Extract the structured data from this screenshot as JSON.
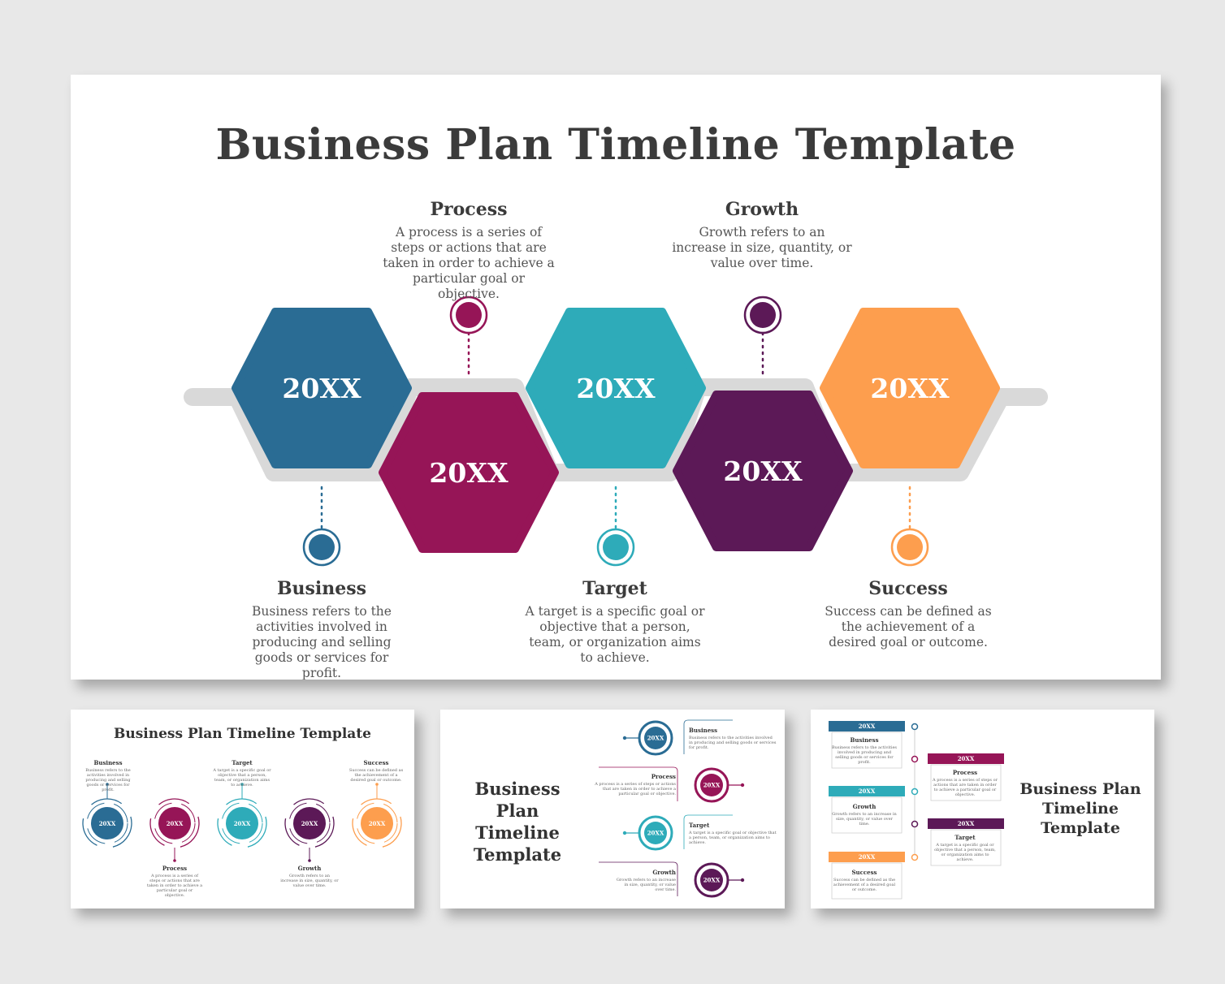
{
  "main": {
    "title": "Business Plan Timeline Template",
    "hexagons": [
      {
        "year": "20XX",
        "color": "#2a6c94"
      },
      {
        "year": "20XX",
        "color": "#961557"
      },
      {
        "year": "20XX",
        "color": "#2eabb9"
      },
      {
        "year": "20XX",
        "color": "#5c1957"
      },
      {
        "year": "20XX",
        "color": "#fd9e4e"
      }
    ],
    "labels": [
      {
        "head": "Business",
        "desc": "Business refers to the activities involved in producing and selling goods or services for profit."
      },
      {
        "head": "Process",
        "desc": "A process is a series of steps or actions that are taken in order to achieve a particular goal or objective."
      },
      {
        "head": "Target",
        "desc": "A target is a specific goal or objective that a person, team, or organization aims to achieve."
      },
      {
        "head": "Growth",
        "desc": "Growth refers to an increase in size, quantity, or value over time."
      },
      {
        "head": "Success",
        "desc": "Success can be defined as the achievement of a desired goal or outcome."
      }
    ]
  },
  "thumb1": {
    "title": "Business Plan Timeline Template",
    "year": "20XX",
    "labels": [
      {
        "head": "Business",
        "desc": "Business refers to the activities involved in producing and selling goods or services for profit."
      },
      {
        "head": "Process",
        "desc": "A process is a series of steps or actions that are taken in order to achieve a particular goal or objective."
      },
      {
        "head": "Target",
        "desc": "A target is a specific goal or objective that a person, team, or organization aims to achieve."
      },
      {
        "head": "Growth",
        "desc": "Growth refers to an increase in size, quantity, or value over time."
      },
      {
        "head": "Success",
        "desc": "Success can be defined as the achievement of a desired goal or outcome."
      }
    ]
  },
  "thumb2": {
    "title_line1": "Business Plan",
    "title_line2": "Timeline",
    "title_line3": "Template",
    "year": "20XX",
    "items": [
      {
        "head": "Business",
        "desc": "Business refers to the activities involved in producing and selling goods or services for profit."
      },
      {
        "head": "Process",
        "desc": "A process is a series of steps or actions that are taken in order to achieve a particular goal or objective."
      },
      {
        "head": "Target",
        "desc": "A target is a specific goal or objective that a person, team, or organization aims to achieve."
      },
      {
        "head": "Growth",
        "desc": "Growth refers to an increase in size, quantity, or value over time."
      }
    ]
  },
  "thumb3": {
    "title_line1": "Business Plan",
    "title_line2": "Timeline",
    "title_line3": "Template",
    "year": "20XX",
    "items": [
      {
        "head": "Business",
        "desc": "Business refers to the activities involved in producing and selling goods or services for profit."
      },
      {
        "head": "Process",
        "desc": "A process is a series of steps or actions that are taken in order to achieve a particular goal or objective."
      },
      {
        "head": "Growth",
        "desc": "Growth refers to an increase in size, quantity, or value over time."
      },
      {
        "head": "Target",
        "desc": "A target is a specific goal or objective that a person, team, or organization aims to achieve."
      },
      {
        "head": "Success",
        "desc": "Success can be defined as the achievement of a desired goal or outcome."
      }
    ]
  }
}
